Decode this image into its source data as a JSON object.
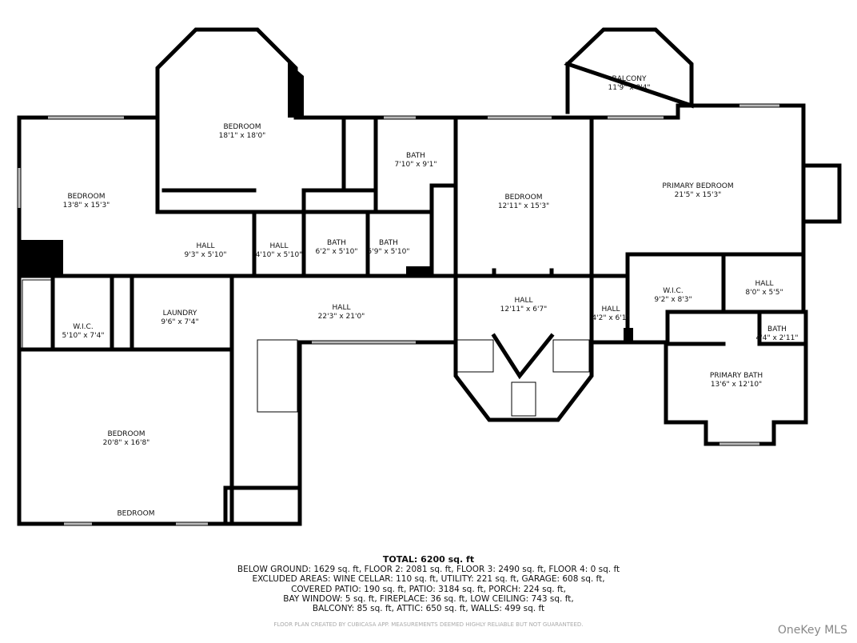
{
  "rooms": [
    {
      "name": "BEDROOM",
      "dims": "18'1\" x 18'0\""
    },
    {
      "name": "BALCONY",
      "dims": "11'9\" x 8'4\""
    },
    {
      "name": "BEDROOM",
      "dims": "13'8\" x 15'3\""
    },
    {
      "name": "BATH",
      "dims": "7'10\" x 9'1\""
    },
    {
      "name": "BEDROOM",
      "dims": "12'11\" x 15'3\""
    },
    {
      "name": "PRIMARY BEDROOM",
      "dims": "21'5\" x 15'3\""
    },
    {
      "name": "HALL",
      "dims": "9'3\" x 5'10\""
    },
    {
      "name": "HALL",
      "dims": "4'10\" x 5'10\""
    },
    {
      "name": "BATH",
      "dims": "6'2\" x 5'10\""
    },
    {
      "name": "BATH",
      "dims": "5'9\" x 5'10\""
    },
    {
      "name": "W.I.C.",
      "dims": "5'10\" x 7'4\""
    },
    {
      "name": "LAUNDRY",
      "dims": "9'6\" x 7'4\""
    },
    {
      "name": "HALL",
      "dims": "22'3\" x 21'0\""
    },
    {
      "name": "HALL",
      "dims": "12'11\" x 6'7\""
    },
    {
      "name": "HALL",
      "dims": "4'2\" x 6'1\""
    },
    {
      "name": "W.I.C.",
      "dims": "9'2\" x 8'3\""
    },
    {
      "name": "HALL",
      "dims": "8'0\" x 5'5\""
    },
    {
      "name": "BATH",
      "dims": "4'4\" x 2'11\""
    },
    {
      "name": "PRIMARY BATH",
      "dims": "13'6\" x 12'10\""
    },
    {
      "name": "BEDROOM",
      "dims": "20'8\" x 16'8\""
    },
    {
      "name": "BEDROOM",
      "dims": ""
    }
  ],
  "summary": {
    "total": "TOTAL: 6200 sq. ft",
    "lines": [
      "BELOW GROUND: 1629 sq. ft, FLOOR 2: 2081 sq. ft, FLOOR 3: 2490 sq. ft, FLOOR 4: 0 sq. ft",
      "EXCLUDED AREAS: WINE CELLAR: 110 sq. ft, UTILITY: 221 sq. ft, GARAGE: 608 sq. ft,",
      "COVERED PATIO: 190 sq. ft, PATIO: 3184 sq. ft, PORCH: 224 sq. ft,",
      "BAY WINDOW: 5 sq. ft, FIREPLACE: 36 sq. ft, LOW CEILING: 743 sq. ft,",
      "BALCONY: 85 sq. ft, ATTIC: 650 sq. ft, WALLS: 499 sq. ft"
    ],
    "disclaimer": "FLOOR PLAN CREATED BY CUBICASA APP. MEASUREMENTS DEEMED HIGHLY RELIABLE BUT NOT GUARANTEED."
  },
  "watermark": "OneKey MLS",
  "colors": {
    "wall": "#000000",
    "window": "#bbbbbb"
  }
}
